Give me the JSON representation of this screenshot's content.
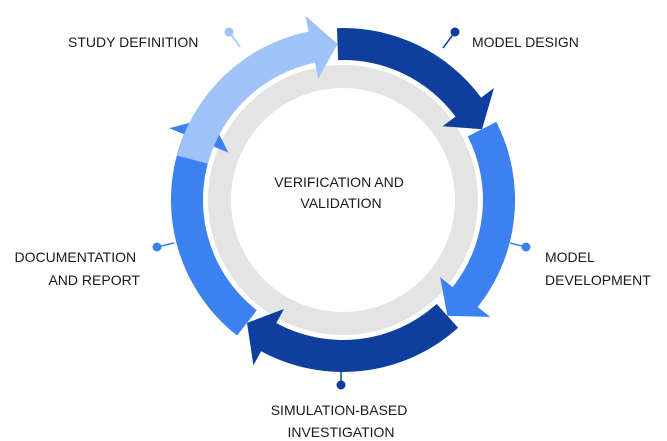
{
  "center": {
    "line1": "VERIFICATION AND",
    "line2": "VALIDATION"
  },
  "stages": [
    {
      "id": "study-definition",
      "lines": [
        "STUDY DEFINITION"
      ],
      "color": "#9fc3f7"
    },
    {
      "id": "model-design",
      "lines": [
        "MODEL DESIGN"
      ],
      "color": "#0e3f9e"
    },
    {
      "id": "model-development",
      "lines": [
        "MODEL",
        "DEVELOPMENT"
      ],
      "color": "#3b82f0"
    },
    {
      "id": "simulation-based-investigation",
      "lines": [
        "SIMULATION-BASED",
        "INVESTIGATION"
      ],
      "color": "#0e3f9e"
    },
    {
      "id": "documentation-and-report",
      "lines": [
        "DOCUMENTATION",
        "AND REPORT"
      ],
      "color": "#3b82f0"
    }
  ],
  "colors": {
    "inner_ring": "#e4e4e4",
    "inner_disc": "#ffffff",
    "text": "#1a1a1a"
  }
}
